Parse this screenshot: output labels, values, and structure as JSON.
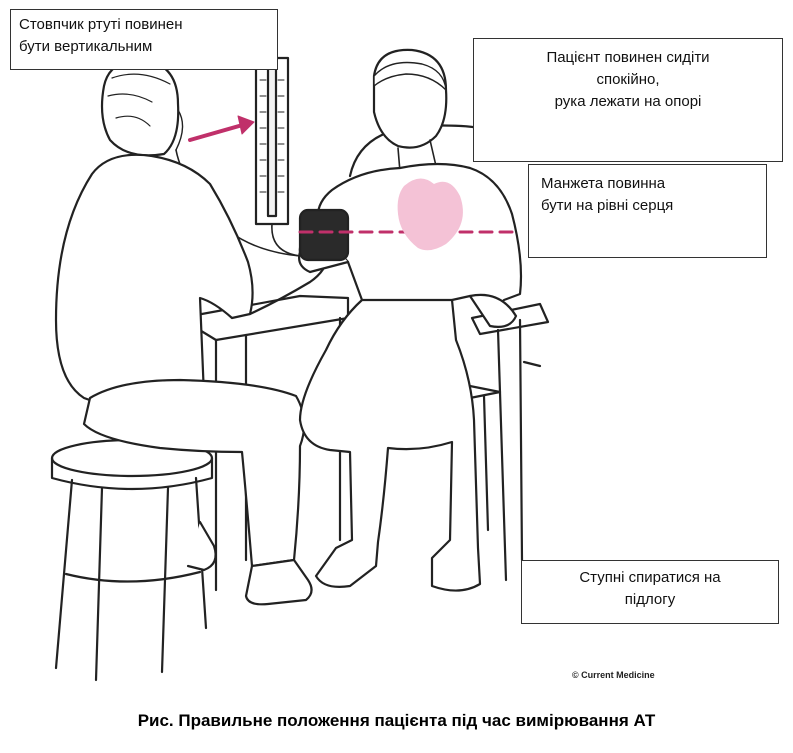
{
  "callouts": {
    "mercury_column": [
      "Стовпчик ртуті повинен",
      "бути вертикальним"
    ],
    "patient_posture": [
      "Пацієнт повинен сидіти",
      "спокійно,",
      "рука лежати на опорі"
    ],
    "cuff_level": [
      "Манжета повинна",
      "бути на рівні серця"
    ],
    "feet": [
      "Ступні спиратися на",
      "підлогу"
    ]
  },
  "copyright": "© Current Medicine",
  "caption": "Рис. Правильне положення пацієнта під час вимірювання АТ",
  "colors": {
    "accent": "#c0306a",
    "heart": "#f4c2d6",
    "line": "#222222"
  }
}
